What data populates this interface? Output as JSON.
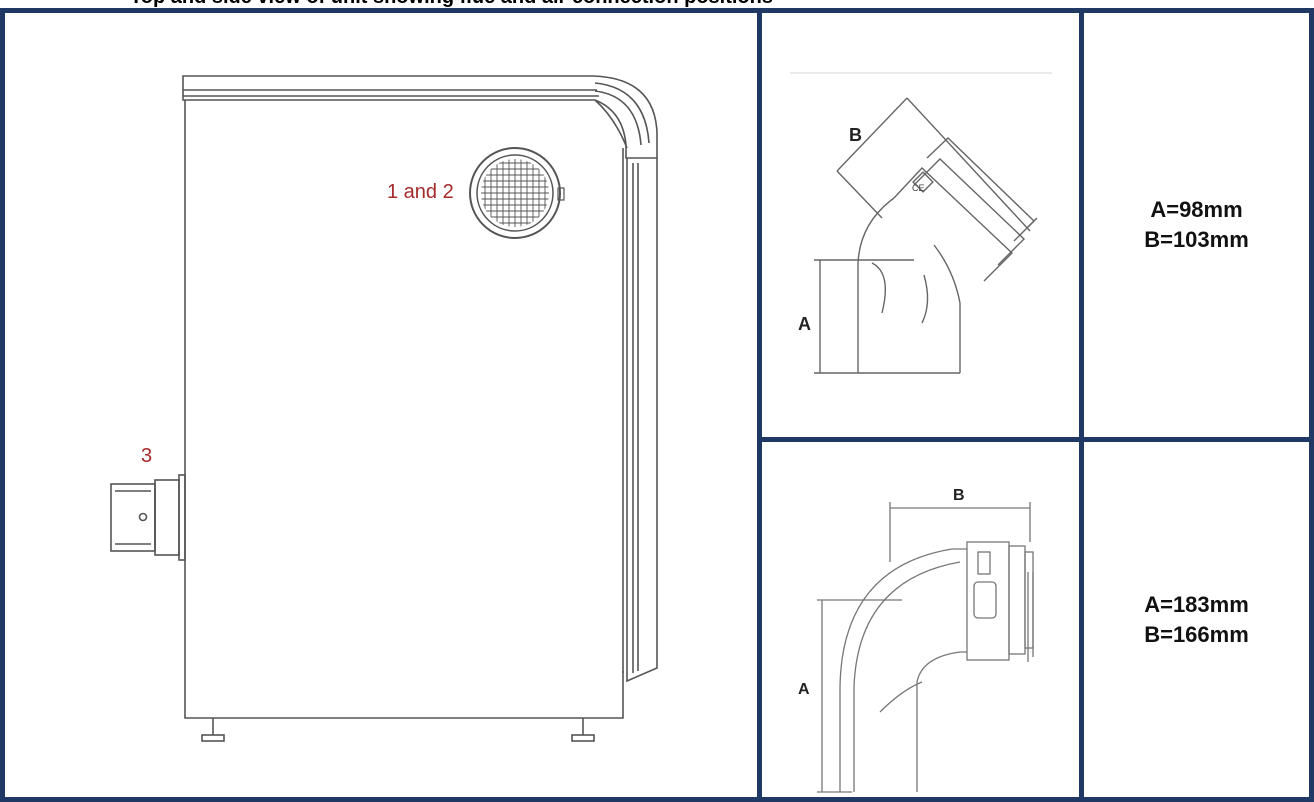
{
  "header_text": "Top and side view of unit showing flue and air connection positions",
  "boiler": {
    "label_top": "1 and 2",
    "label_side": "3"
  },
  "bend_45": {
    "label_a": "A",
    "label_b": "B",
    "mark": "CE",
    "spec_a": "A=98mm",
    "spec_b": "B=103mm"
  },
  "bend_90": {
    "label_a": "A",
    "label_b": "B",
    "spec_a": "A=183mm",
    "spec_b": "B=166mm"
  },
  "colors": {
    "border": "#1f3864",
    "callout": "#a52a2a",
    "line": "#555555"
  }
}
